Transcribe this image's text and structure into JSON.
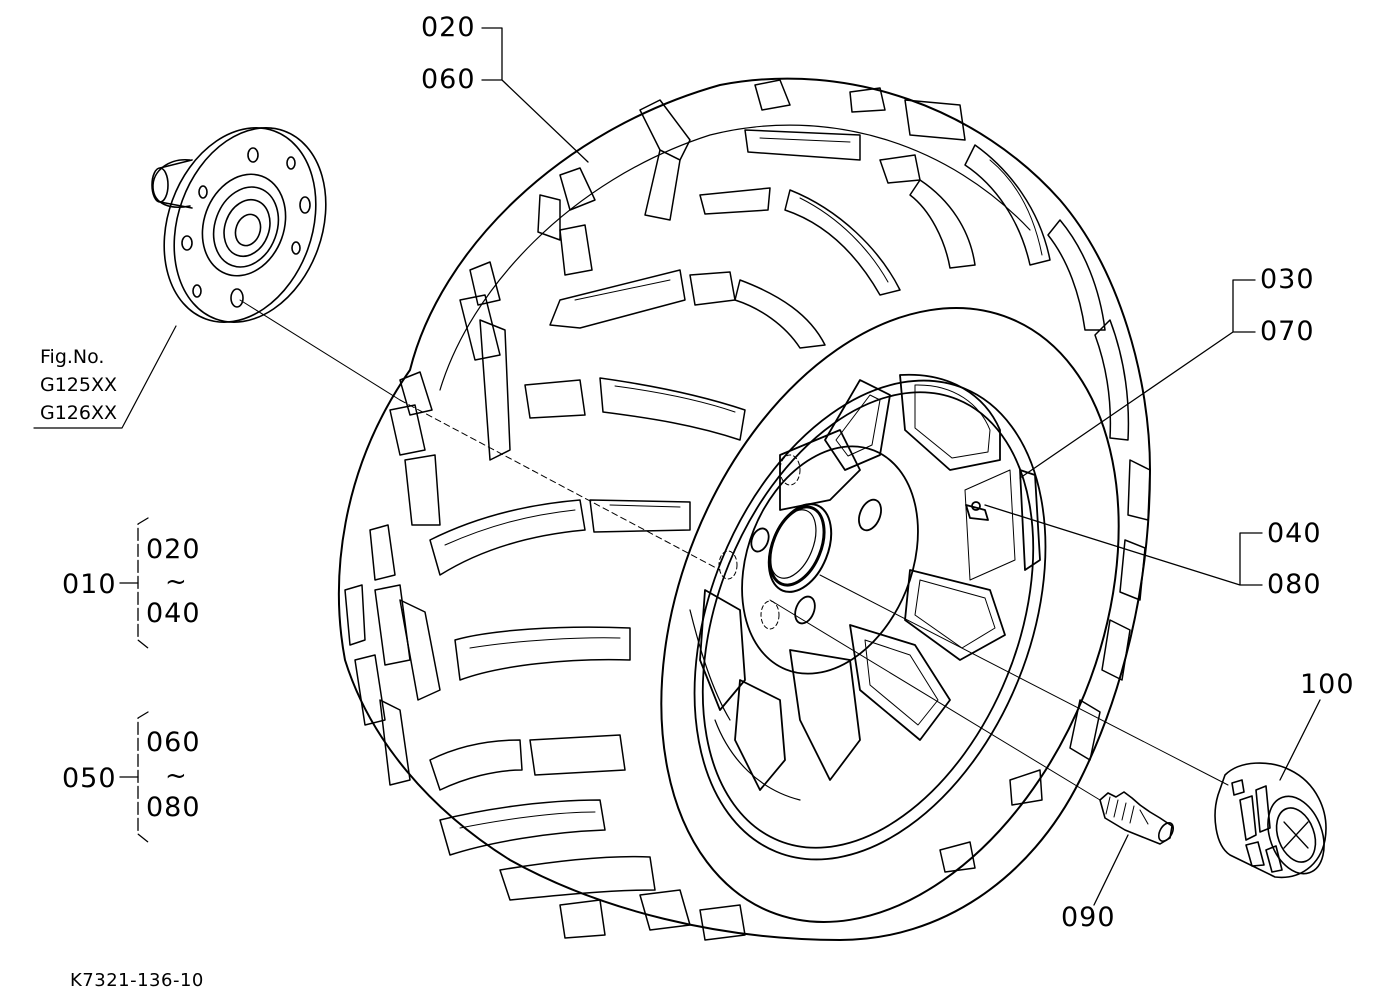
{
  "callouts": {
    "c020": "020",
    "c060": "060",
    "c030": "030",
    "c070": "070",
    "c040": "040",
    "c080": "080",
    "c100": "100",
    "c090": "090"
  },
  "figure_ref": {
    "line1": "Fig.No.",
    "line2": "G125XX",
    "line3": "G126XX"
  },
  "assemblies": [
    {
      "id": "010",
      "from": "020",
      "sep": "~",
      "to": "040"
    },
    {
      "id": "050",
      "from": "060",
      "sep": "~",
      "to": "080"
    }
  ],
  "drawing_code": "K7321-136-10"
}
